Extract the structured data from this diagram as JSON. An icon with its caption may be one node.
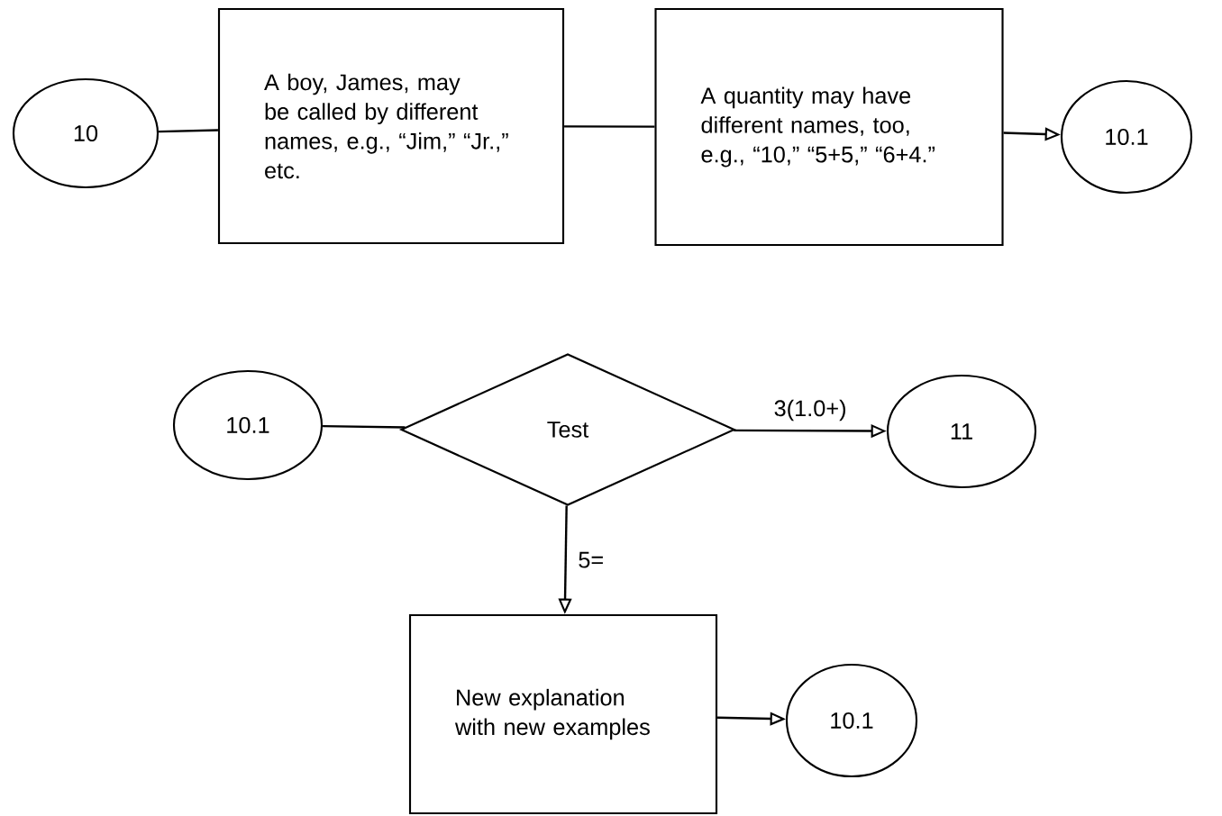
{
  "diagram": {
    "nodes": [
      {
        "text": [
          "10"
        ]
      },
      {
        "text": [
          "A boy, James, may be called by different names, e.g., “Jim,” “Jr.,” etc."
        ]
      },
      {
        "text": [
          "A quantity may have different names, too, e.g., “10,” “5+5,” “6+4.”"
        ]
      },
      {
        "text": [
          "10.1"
        ]
      },
      {
        "text": [
          "10.1"
        ]
      },
      {
        "text": [
          "Test"
        ]
      },
      {
        "text": [
          "11"
        ]
      },
      {
        "text": [
          "New explanation with new examples"
        ]
      },
      {
        "text": [
          "10.1"
        ]
      }
    ],
    "edges": [
      {
        "from": 0,
        "to": 1,
        "arrow": "none"
      },
      {
        "from": 1,
        "to": 2,
        "arrow": "none"
      },
      {
        "from": 2,
        "to": 3,
        "arrow": "to"
      },
      {
        "from": 4,
        "to": 5,
        "arrow": "none"
      },
      {
        "from": 5,
        "to": 6,
        "arrow": "to",
        "label": "3(1.0+)"
      },
      {
        "from": 5,
        "to": 7,
        "arrow": "to",
        "label": "5="
      },
      {
        "from": 7,
        "to": 8,
        "arrow": "to"
      }
    ]
  }
}
